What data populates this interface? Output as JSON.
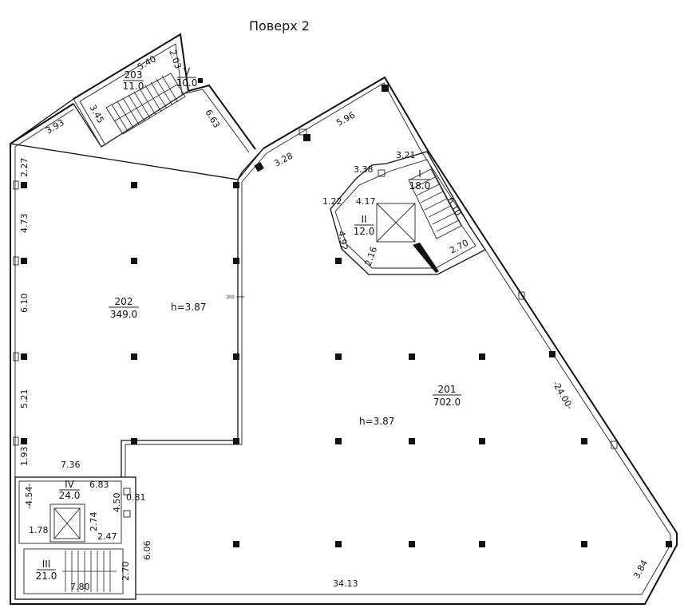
{
  "title": "Поверх 2",
  "rooms": {
    "r201": {
      "num": "201",
      "area": "702.0",
      "height": "h=3.87"
    },
    "r202": {
      "num": "202",
      "area": "349.0",
      "height": "h=3.87"
    },
    "r203": {
      "num": "203",
      "area": "11.0"
    },
    "rI": {
      "num": "I",
      "area": "18.0"
    },
    "rII": {
      "num": "II",
      "area": "12.0"
    },
    "rIII": {
      "num": "III",
      "area": "21.0"
    },
    "rIV": {
      "num": "IV",
      "area": "24.0"
    },
    "rV": {
      "num": "V",
      "area": "10.0"
    }
  },
  "dims": {
    "d_5_40": "5.40",
    "d_2_03": "2.03",
    "d_3_45": "3.45",
    "d_6_63": "6.63",
    "d_3_93": "3.93",
    "d_5_96": "5.96",
    "d_3_28": "3.28",
    "d_3_21": "3.21",
    "d_3_38": "3.38",
    "d_1_22": "1.22",
    "d_4_17": "4.17",
    "d_6_10a": "6.10",
    "d_4_92": "4.92",
    "d_2_16": "2.16",
    "d_2_70a": "2.70",
    "d_2_27": "2.27",
    "d_4_73": "4.73",
    "d_6_10b": "6.10",
    "d_5_21": "5.21",
    "d_1_93": "1.93",
    "d_7_36": "7.36",
    "d_4_54": "-4.54-",
    "d_6_83": "6.83",
    "d_4_50": "4.50",
    "d_0_81": "0.81",
    "d_2_74": "2.74",
    "d_1_78": "1.78",
    "d_2_47": "2.47",
    "d_6_06": "6.06",
    "d_2_70b": "2.70",
    "d_7_80": "7.80",
    "d_34_13": "34.13",
    "d_3_84": "3.84",
    "d_24_00": "-24.00-",
    "d_200": "200"
  }
}
